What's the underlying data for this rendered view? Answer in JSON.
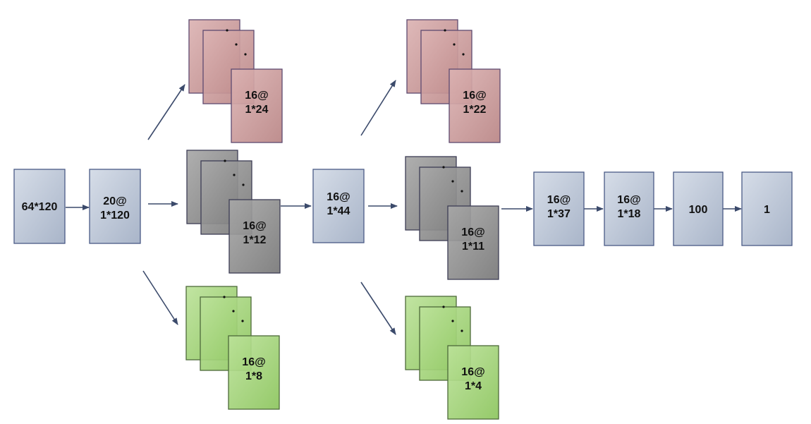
{
  "colors": {
    "blue_fill_top": "#d6dde8",
    "blue_fill_bottom": "#a9b5c9",
    "blue_border": "#4a5a86",
    "red_fill_top": "#dcb3b3",
    "red_fill_bottom": "#b98585",
    "red_border": "#5e4a70",
    "gray_fill_top": "#a8a8a8",
    "gray_fill_bottom": "#787878",
    "gray_border": "#3d3d55",
    "green_fill_top": "#bce29a",
    "green_fill_bottom": "#8cc55d",
    "green_border": "#4d6a3a",
    "arrow": "#3b4a6b"
  },
  "nodes": {
    "input": {
      "line1": "64*120",
      "line2": ""
    },
    "conv1": {
      "line1": "20@",
      "line2": "1*120"
    },
    "merge1": {
      "line1": "16@",
      "line2": "1*44"
    },
    "conv_a": {
      "line1": "16@",
      "line2": "1*37"
    },
    "conv_b": {
      "line1": "16@",
      "line2": "1*18"
    },
    "dense": {
      "line1": "100",
      "line2": ""
    },
    "output": {
      "line1": "1",
      "line2": ""
    }
  },
  "stacks": {
    "branch1_top": {
      "line1": "16@",
      "line2": "1*24"
    },
    "branch1_mid": {
      "line1": "16@",
      "line2": "1*12"
    },
    "branch1_bot": {
      "line1": "16@",
      "line2": "1*8"
    },
    "branch2_top": {
      "line1": "16@",
      "line2": "1*22"
    },
    "branch2_mid": {
      "line1": "16@",
      "line2": "1*11"
    },
    "branch2_bot": {
      "line1": "16@",
      "line2": "1*4"
    }
  }
}
